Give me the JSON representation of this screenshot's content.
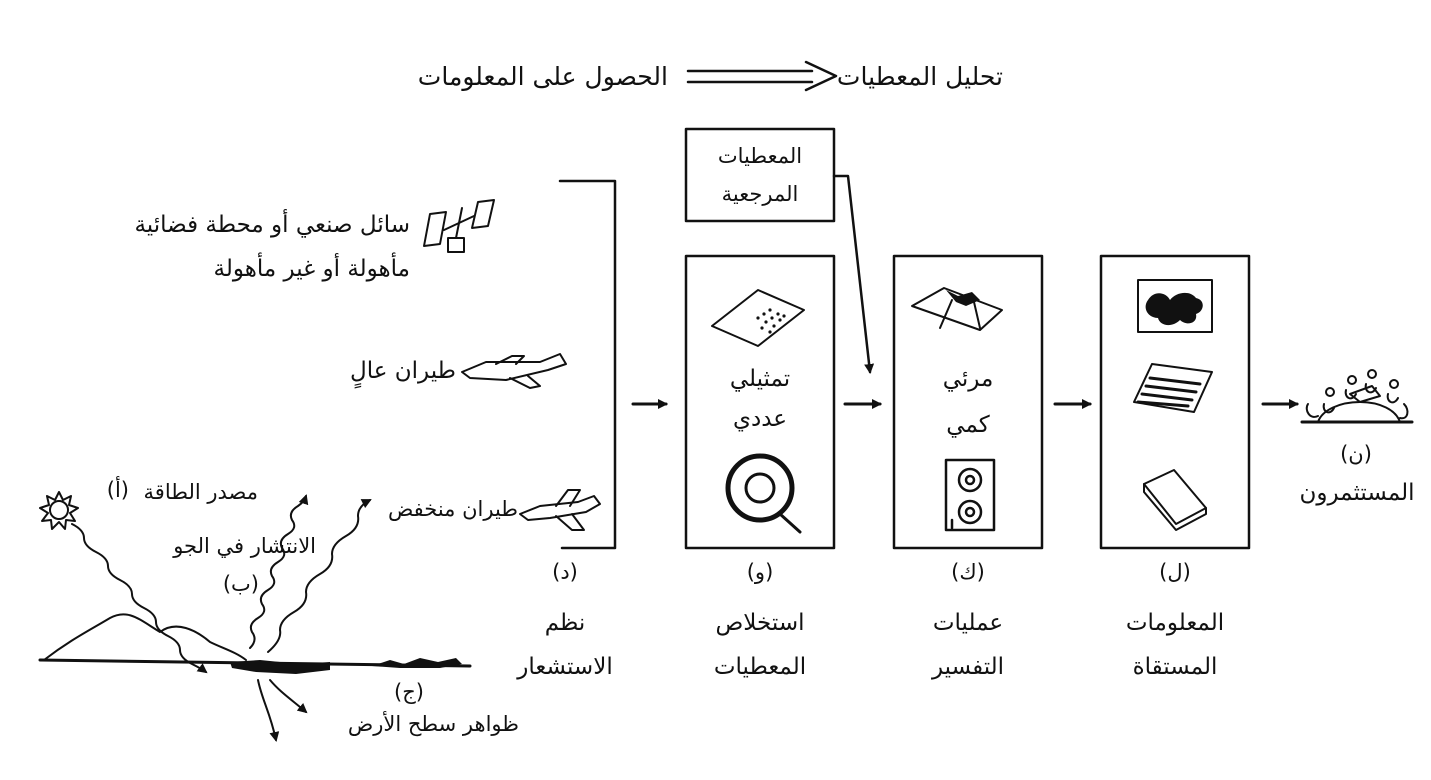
{
  "header": {
    "acquisition": "الحصول على المعلومات",
    "analysis": "تحليل المعطيات"
  },
  "platforms": {
    "satellite_line1": "سائل صنعي أو محطة فضائية",
    "satellite_line2": "مأهولة أو غير مأهولة",
    "high_flight": "طيران عالٍ",
    "low_flight": "طيران منخفض"
  },
  "energy": {
    "source": "مصدر الطاقة",
    "source_tag": "(أ)",
    "propagation": "الانتشار في الجو",
    "propagation_tag": "(ب)",
    "surface_tag": "(ج)",
    "surface": "ظواهر سطح الأرض"
  },
  "reference": {
    "line1": "المعطيات",
    "line2": "المرجعية"
  },
  "boxes": {
    "extraction": {
      "line1": "تمثيلي",
      "line2": "عددي"
    },
    "interpretation": {
      "line1": "مرئي",
      "line2": "كمي"
    }
  },
  "stages": {
    "sensing": {
      "tag": "(د)",
      "line1": "نظم",
      "line2": "الاستشعار"
    },
    "extraction": {
      "tag": "(و)",
      "line1": "استخلاص",
      "line2": "المعطيات"
    },
    "interpretation": {
      "tag": "(ك)",
      "line1": "عمليات",
      "line2": "التفسير"
    },
    "derived": {
      "tag": "(ل)",
      "line1": "المعلومات",
      "line2": "المستقاة"
    },
    "users": {
      "tag": "(ن)",
      "line1": "المستثمرون"
    }
  }
}
